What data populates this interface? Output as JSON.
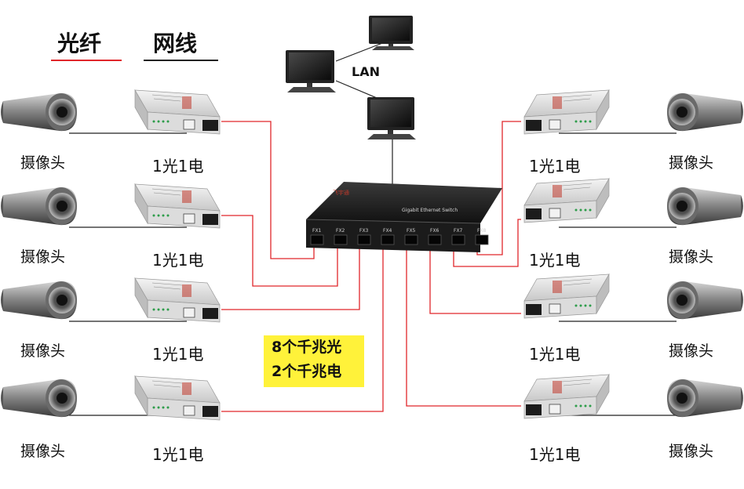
{
  "legend": {
    "fiber": "光纤",
    "cable": "网线",
    "fiber_color": "#e0262b",
    "cable_color": "#222222"
  },
  "lan_label": "LAN",
  "switch": {
    "brand": "飞宇通",
    "title": "Gigabit Ethernet Switch",
    "ports": [
      "FX1",
      "FX2",
      "FX3",
      "FX4",
      "FX5",
      "FX6",
      "FX7",
      "FX8"
    ]
  },
  "note": [
    "8个千兆光",
    "2个千兆电"
  ],
  "camera_label": "摄像头",
  "converter_label": "1光1电",
  "left_rows": [
    {
      "camera": "摄像头",
      "converter": "1光1电"
    },
    {
      "camera": "摄像头",
      "converter": "1光1电"
    },
    {
      "camera": "摄像头",
      "converter": "1光1电"
    },
    {
      "camera": "摄像头",
      "converter": "1光1电"
    }
  ],
  "right_rows": [
    {
      "camera": "摄像头",
      "converter": "1光1电"
    },
    {
      "camera": "摄像头",
      "converter": "1光1电"
    },
    {
      "camera": "摄像头",
      "converter": "1光1电"
    },
    {
      "camera": "摄像头",
      "converter": "1光1电"
    }
  ]
}
